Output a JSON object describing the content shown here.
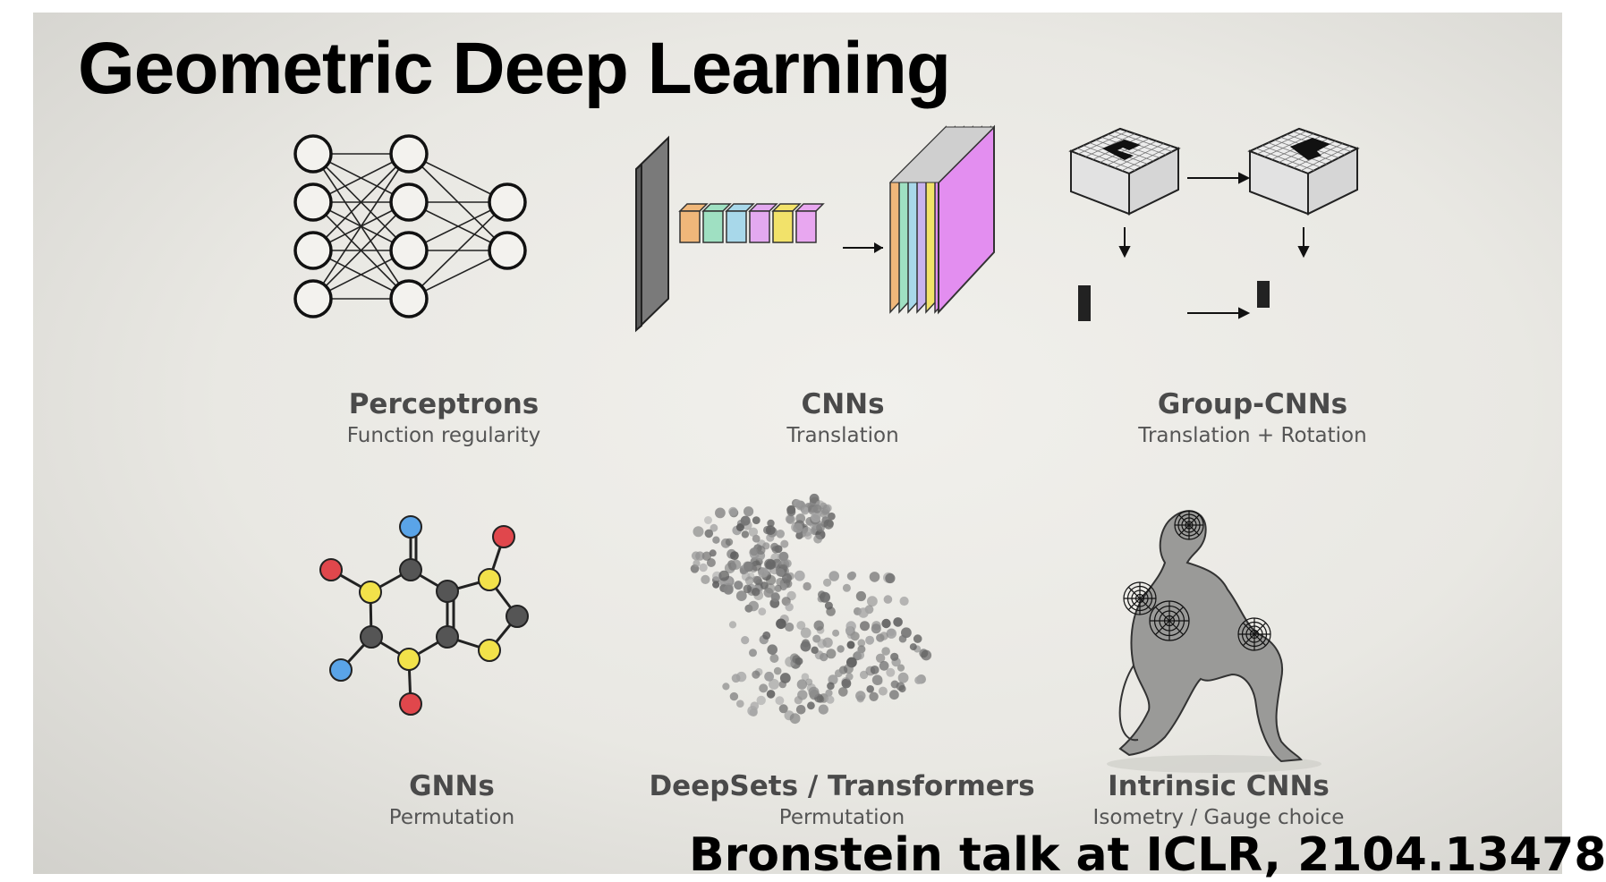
{
  "title": "Geometric Deep Learning",
  "panels": [
    {
      "name": "Perceptrons",
      "sub": "Function regularity"
    },
    {
      "name": "CNNs",
      "sub": "Translation"
    },
    {
      "name": "Group-CNNs",
      "sub": "Translation + Rotation"
    },
    {
      "name": "GNNs",
      "sub": "Permutation"
    },
    {
      "name": "DeepSets / Transformers",
      "sub": "Permutation"
    },
    {
      "name": "Intrinsic CNNs",
      "sub": "Isometry / Gauge choice"
    }
  ],
  "footer": "Bronstein talk at ICLR, 2104.13478",
  "colors": {
    "atom_red": "#e0474c",
    "atom_blue": "#5aa4e8",
    "atom_yellow": "#f2e24a",
    "atom_gray": "#555555",
    "feature_map_magenta": "#e38ef0"
  }
}
